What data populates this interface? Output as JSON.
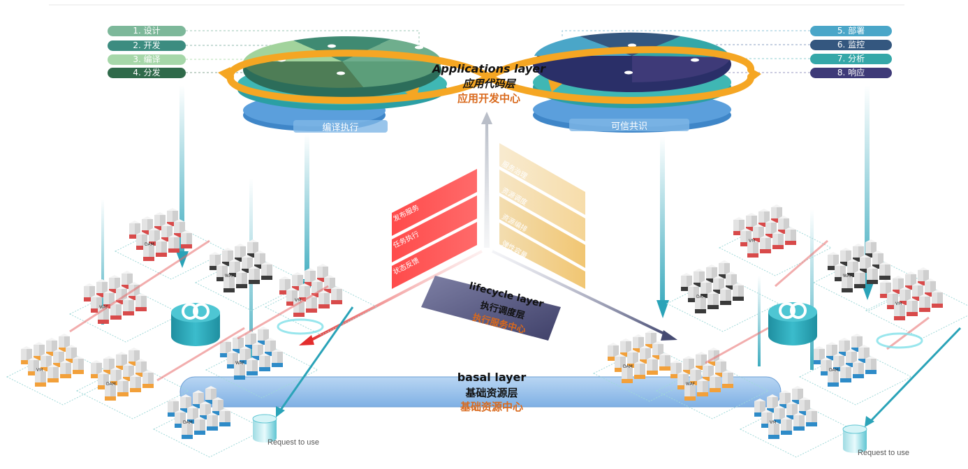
{
  "steps_left": [
    {
      "label": "1. 设计",
      "color": "#7db89a"
    },
    {
      "label": "2. 开发",
      "color": "#3c8c80"
    },
    {
      "label": "3. 编译",
      "color": "#a6d7a9"
    },
    {
      "label": "4. 分发",
      "color": "#2f6a4a"
    }
  ],
  "steps_right": [
    {
      "label": "5. 部署",
      "color": "#4aa6c8"
    },
    {
      "label": "6. 监控",
      "color": "#34577f"
    },
    {
      "label": "7. 分析",
      "color": "#35a7a8"
    },
    {
      "label": "8. 响应",
      "color": "#3e3a78"
    }
  ],
  "application_layer": {
    "title_en": "Applications layer",
    "title_cn": "应用代码层",
    "subtitle": "应用开发中心",
    "left_disc_label": "编译执行",
    "right_disc_label": "可信共识"
  },
  "lifecycle_layer": {
    "title_en": "lifecycle layer",
    "title_cn": "执行调度层",
    "subtitle": "执行服务中心",
    "red_panels": [
      "发布服务",
      "任务执行",
      "状态反馈"
    ],
    "gold_panels": [
      "服务治理",
      "资源调度",
      "资源编排",
      "弹性容量"
    ]
  },
  "basal_layer": {
    "title_en": "basal layer",
    "title_cn": "基础资源层",
    "subtitle": "基础资源中心"
  },
  "request_labels": [
    "Request to use",
    "Request to use"
  ],
  "rack_labels": [
    "DAM",
    "WAF",
    "VM"
  ],
  "colors": {
    "accent_orange": "#f5a623",
    "subtitle_orange": "#d9691c",
    "teal": "#2ea6b8",
    "red_arrow": "#e83a3a",
    "dark_arrow": "#4a4a6a",
    "band_blue": "#8ab7e8"
  }
}
